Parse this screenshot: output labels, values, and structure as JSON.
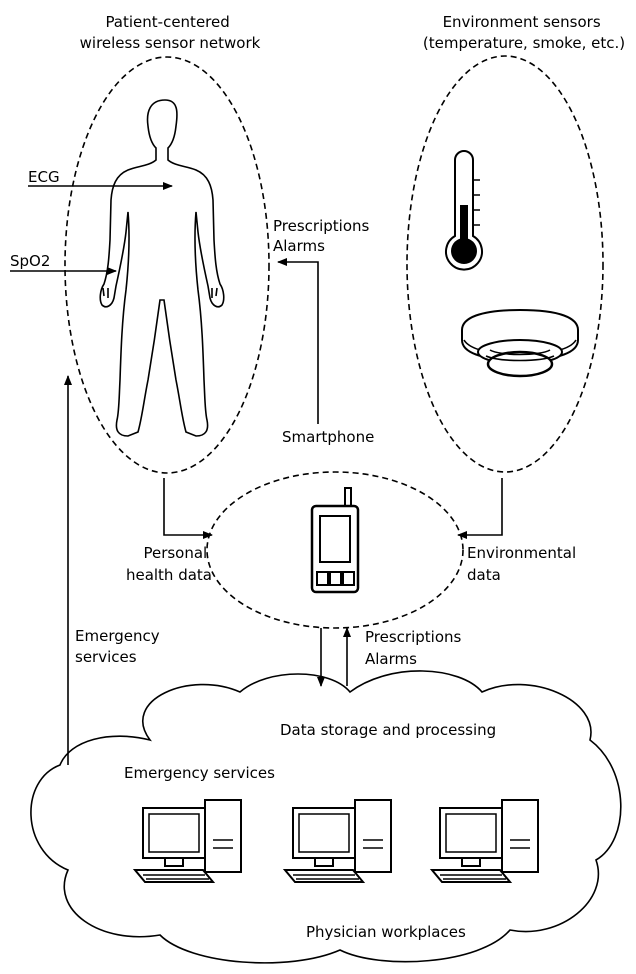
{
  "groups": {
    "patient_network": [
      "Patient-centered",
      "wireless sensor network"
    ],
    "environment_sensors": [
      "Environment sensors",
      "(temperature, smoke, etc.)"
    ]
  },
  "sensors": {
    "ecg": "ECG",
    "spo2": "SpO2"
  },
  "hub": {
    "label": "Smartphone"
  },
  "flows": {
    "to_patient": [
      "Prescriptions",
      "Alarms"
    ],
    "personal_health": [
      "Personal",
      "health data"
    ],
    "environmental": [
      "Environmental",
      "data"
    ],
    "emergency": [
      "Emergency",
      "services"
    ],
    "from_cloud": [
      "Prescriptions",
      "Alarms"
    ]
  },
  "cloud": {
    "storage": "Data storage and processing",
    "emergency": "Emergency services",
    "physicians": "Physician workplaces"
  }
}
